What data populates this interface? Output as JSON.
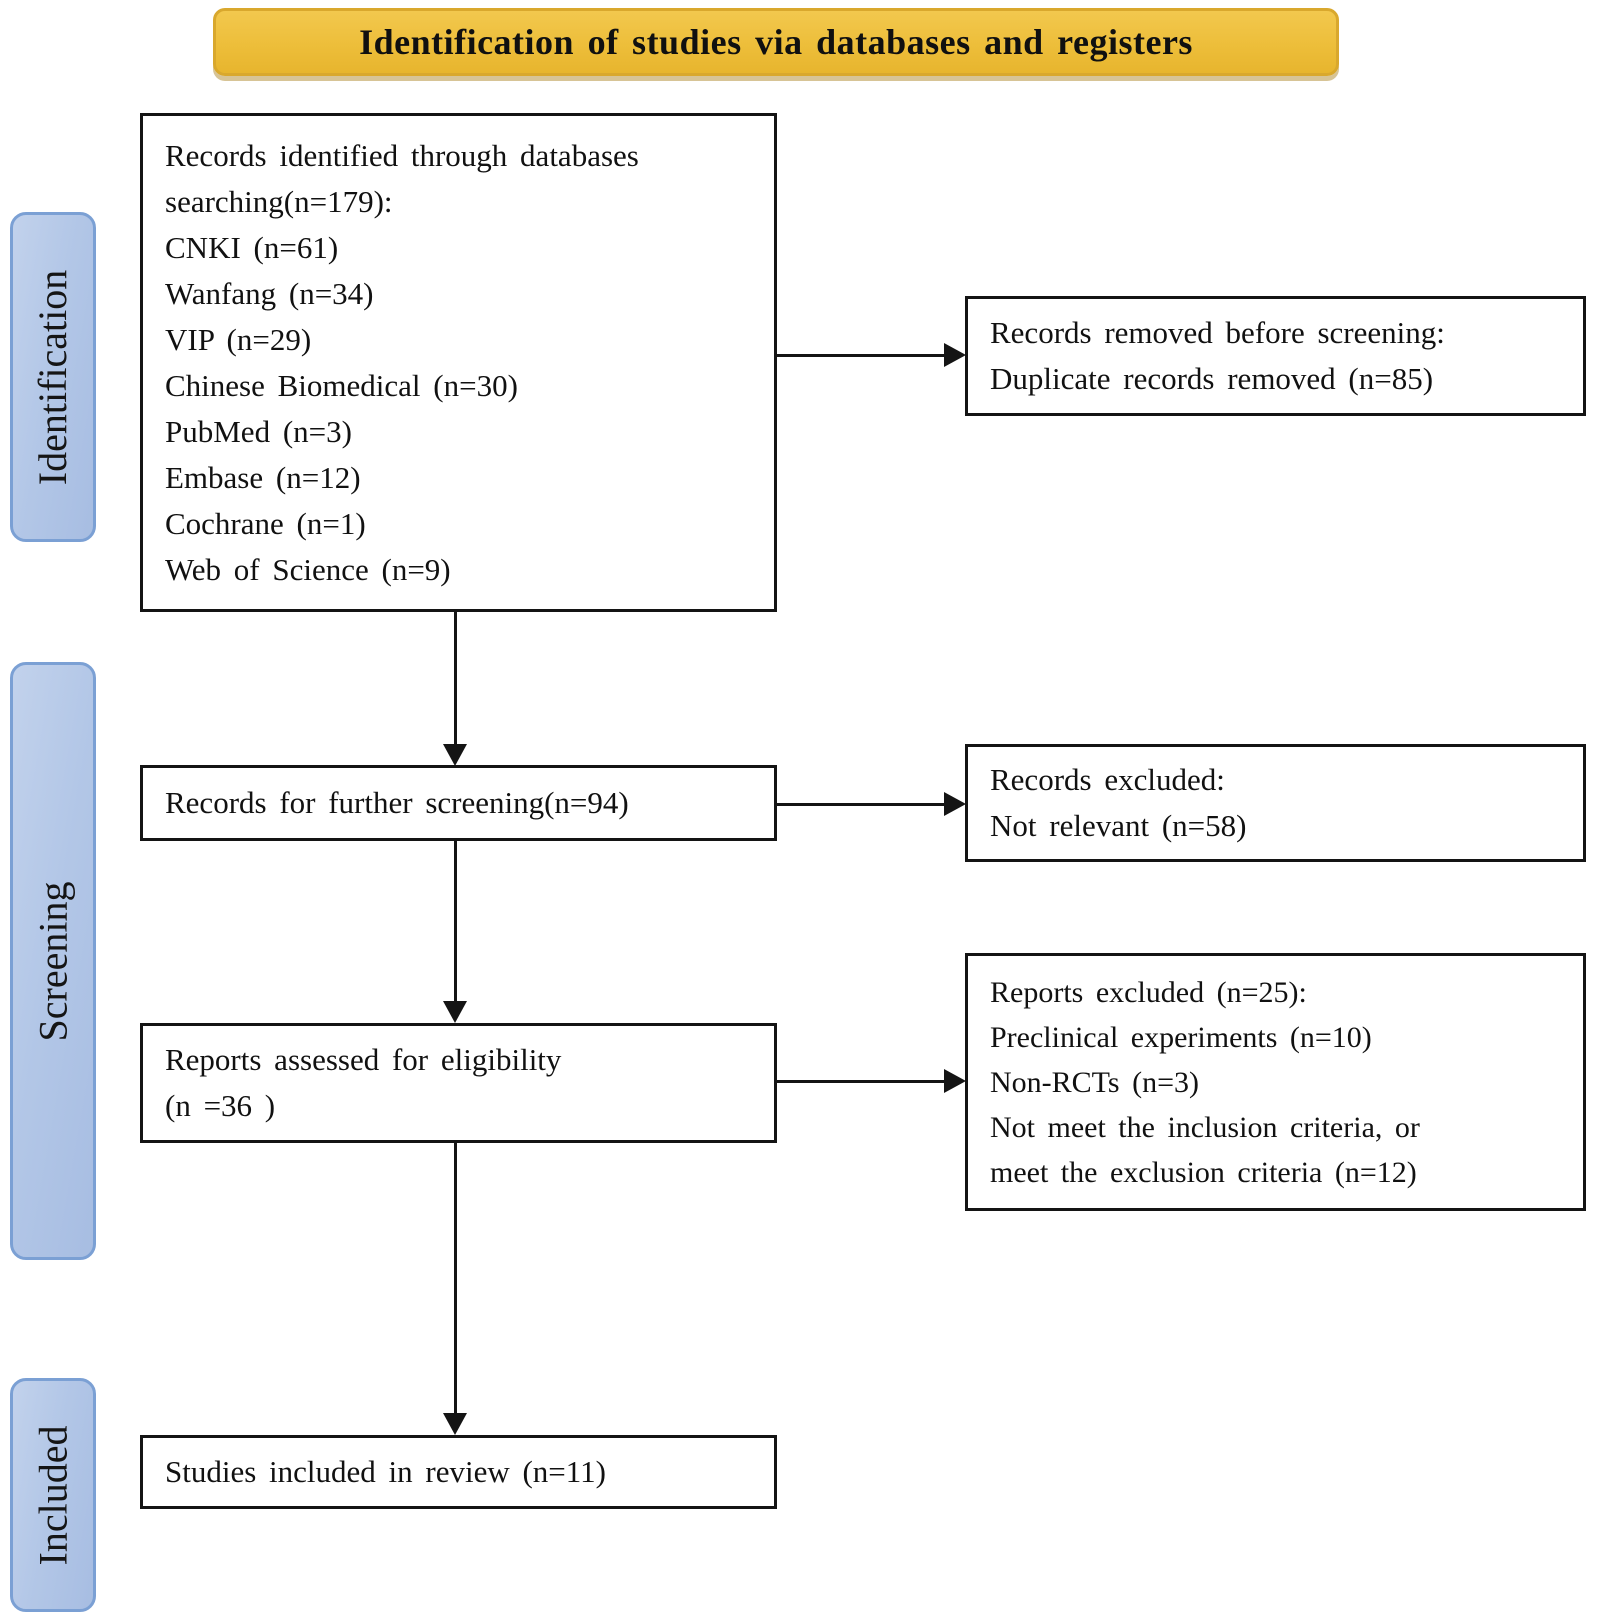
{
  "banner": {
    "title": "Identification of studies via databases and registers"
  },
  "stages": {
    "identification": "Identification",
    "screening": "Screening",
    "included": "Included"
  },
  "boxes": {
    "identified": {
      "lines": [
        "Records identified through databases",
        "searching(n=179):",
        "CNKI (n=61)",
        "Wanfang (n=34)",
        "VIP (n=29)",
        "Chinese Biomedical (n=30)",
        "PubMed (n=3)",
        "Embase (n=12)",
        "Cochrane (n=1)",
        "Web of Science (n=9)"
      ]
    },
    "removed_before_screening": {
      "lines": [
        "Records removed before screening:",
        "Duplicate records removed (n=85)"
      ]
    },
    "further_screening": {
      "lines": [
        "Records for further screening(n=94)"
      ]
    },
    "records_excluded": {
      "lines": [
        "Records excluded:",
        "Not relevant (n=58)"
      ]
    },
    "assessed": {
      "lines": [
        "Reports assessed for eligibility",
        "(n =36 )"
      ]
    },
    "reports_excluded": {
      "lines": [
        "Reports excluded (n=25):",
        "Preclinical experiments (n=10)",
        "Non-RCTs (n=3)",
        "Not meet the inclusion criteria, or",
        "meet the exclusion criteria (n=12)"
      ]
    },
    "included_review": {
      "lines": [
        "Studies included in review (n=11)"
      ]
    }
  },
  "colors": {
    "banner_fill": "#edbe3a",
    "banner_border": "#d9a82d",
    "stage_fill": "#b3c7e7",
    "stage_border": "#7ba0d4",
    "box_border": "#141414",
    "arrow": "#141414"
  }
}
